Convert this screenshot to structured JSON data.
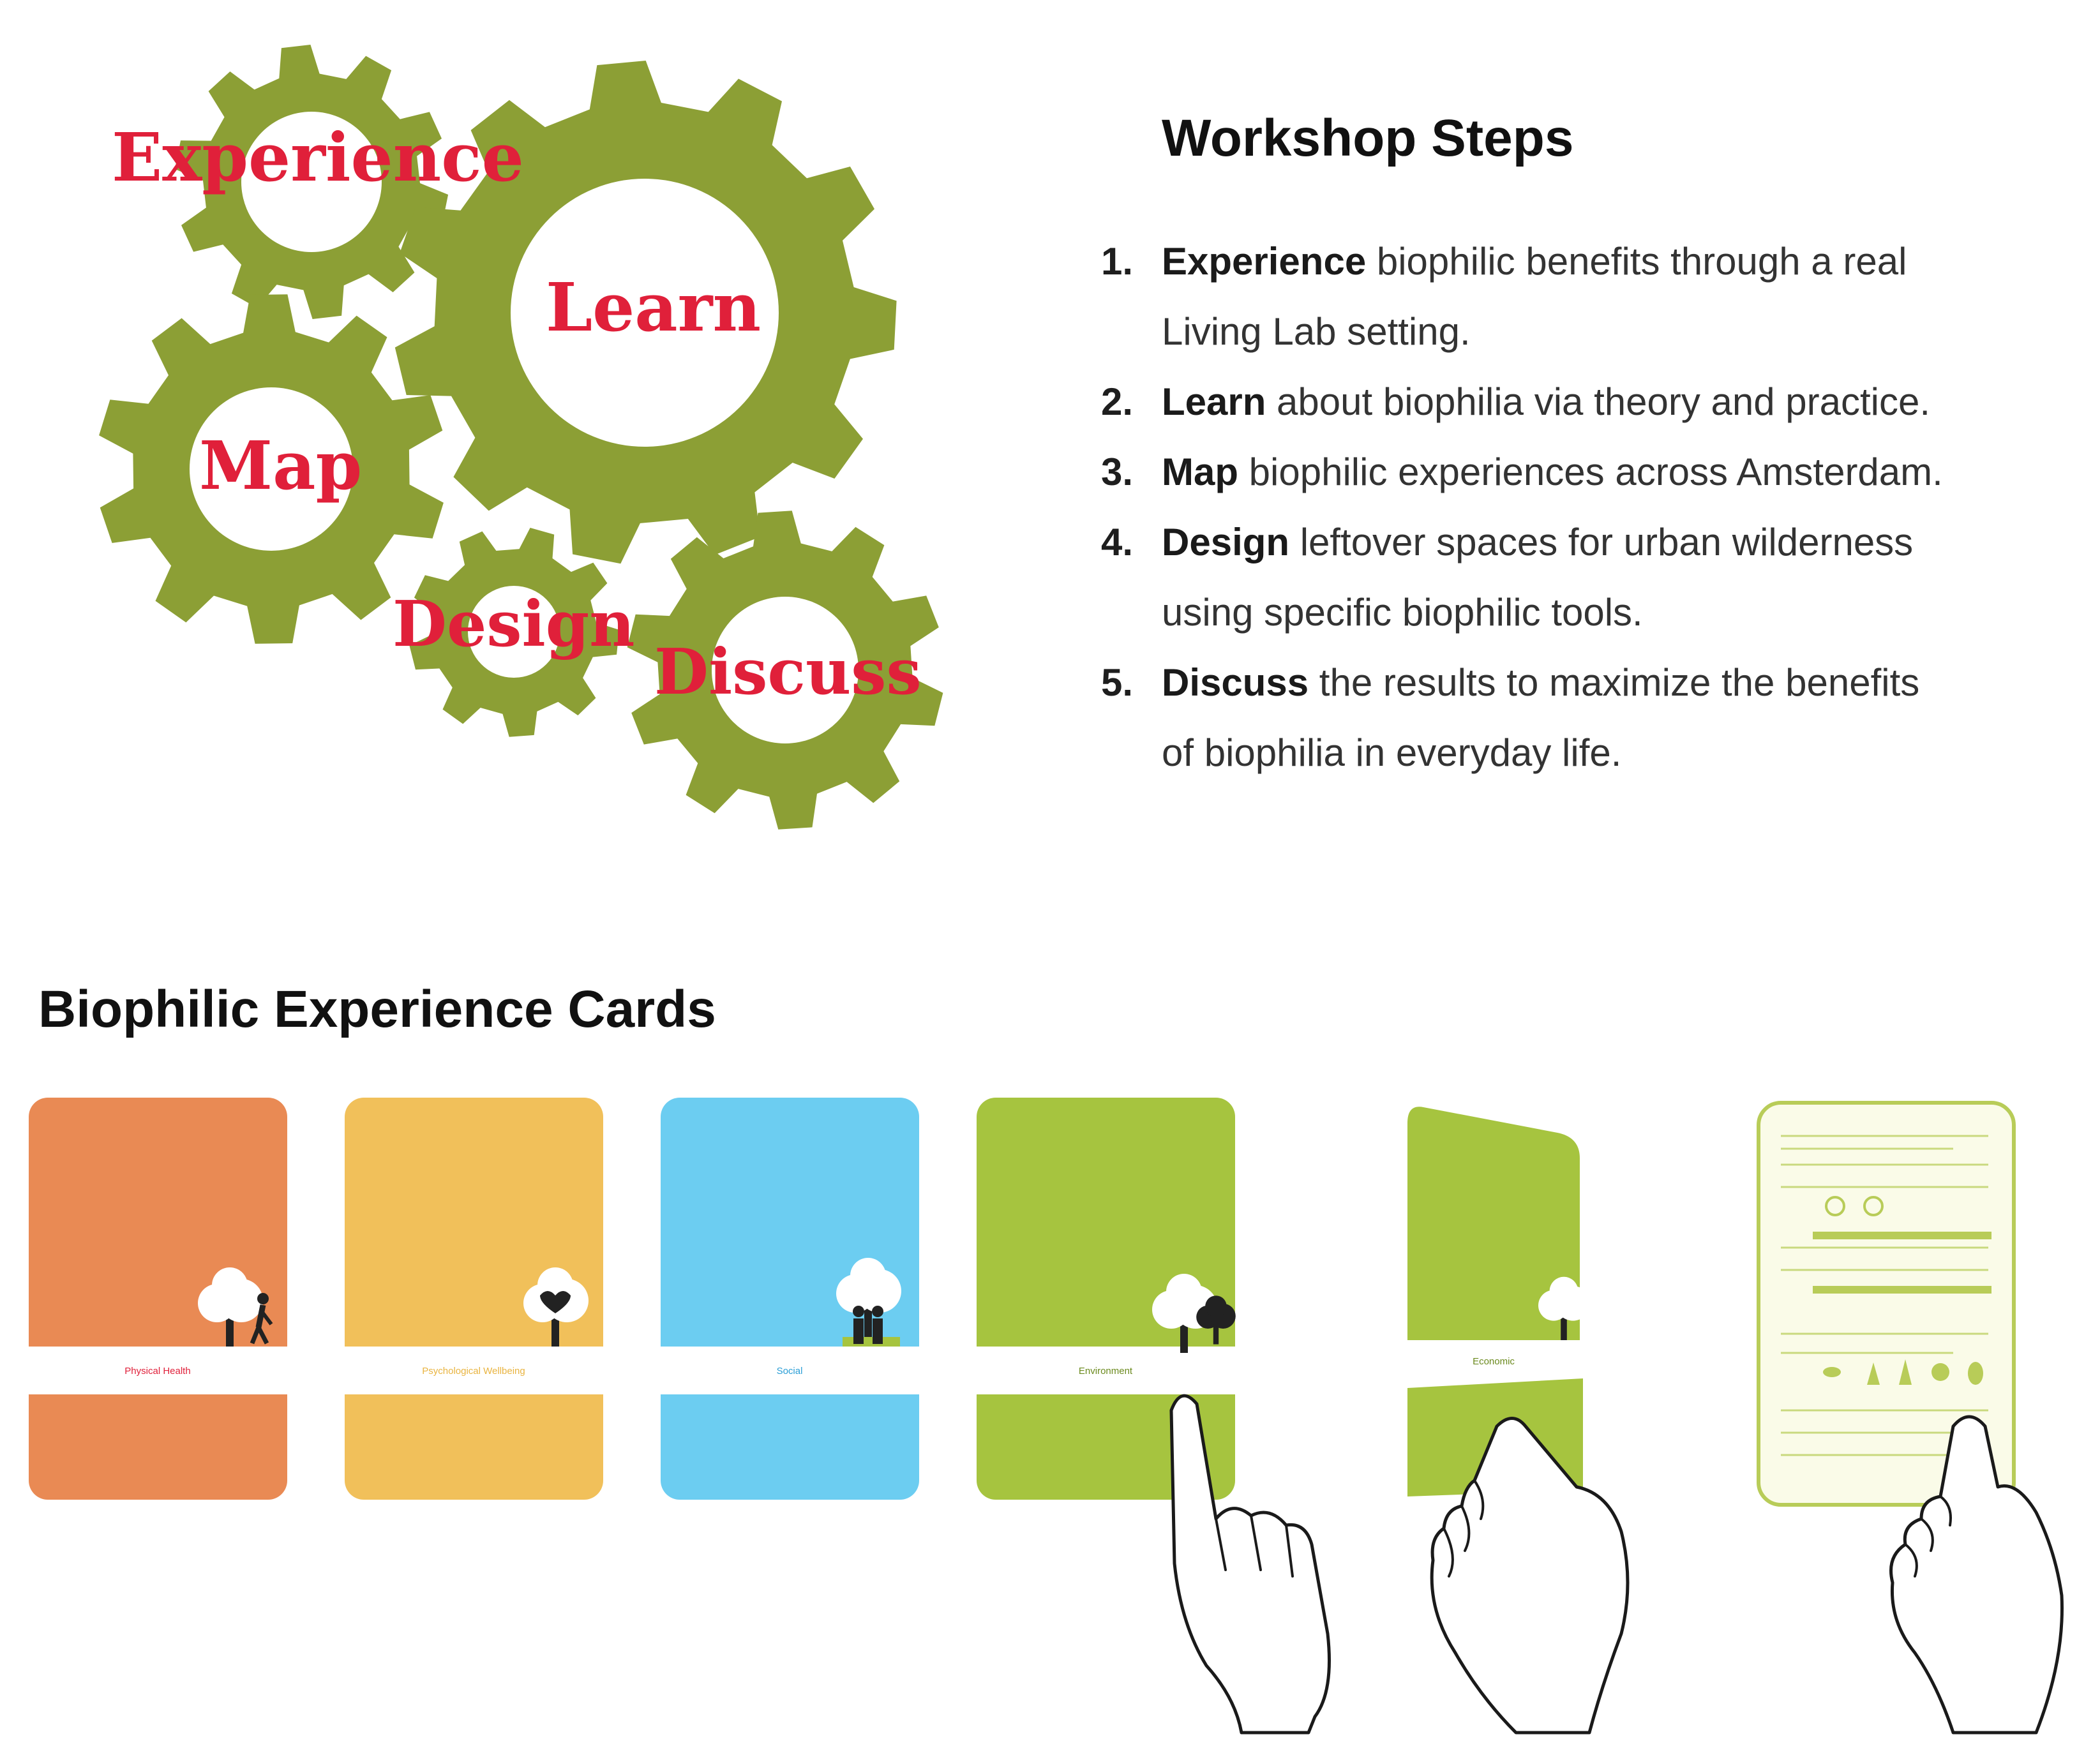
{
  "colors": {
    "gear": "#8c9f35",
    "gear_word": "#e0203a",
    "card_physical": "#e98a54",
    "card_psychological": "#f1c05a",
    "card_social": "#6ccdf1",
    "card_green": "#a6c43f"
  },
  "gears": {
    "experience": "Experience",
    "learn": "Learn",
    "map": "Map",
    "design": "Design",
    "discuss": "Discuss"
  },
  "workshop": {
    "title": "Workshop Steps",
    "steps": [
      {
        "num": "1.",
        "keyword": "Experience",
        "line1": " biophilic benefits through a real",
        "line2": "Living Lab setting."
      },
      {
        "num": "2.",
        "keyword": "Learn",
        "line1": " about biophilia via theory and practice.",
        "line2": ""
      },
      {
        "num": "3.",
        "keyword": "Map",
        "line1": " biophilic experiences across Amsterdam.",
        "line2": ""
      },
      {
        "num": "4.",
        "keyword": "Design",
        "line1": " leftover spaces for urban wilderness",
        "line2": "using specific biophilic tools."
      },
      {
        "num": "5.",
        "keyword": "Discuss",
        "line1": " the results to maximize the benefits",
        "line2": "of biophilia in everyday life."
      }
    ]
  },
  "cards": {
    "title": "Biophilic Experience Cards",
    "labels": [
      "Physical Health",
      "Psychological Wellbeing",
      "Social",
      "Environment",
      "Economic"
    ]
  }
}
